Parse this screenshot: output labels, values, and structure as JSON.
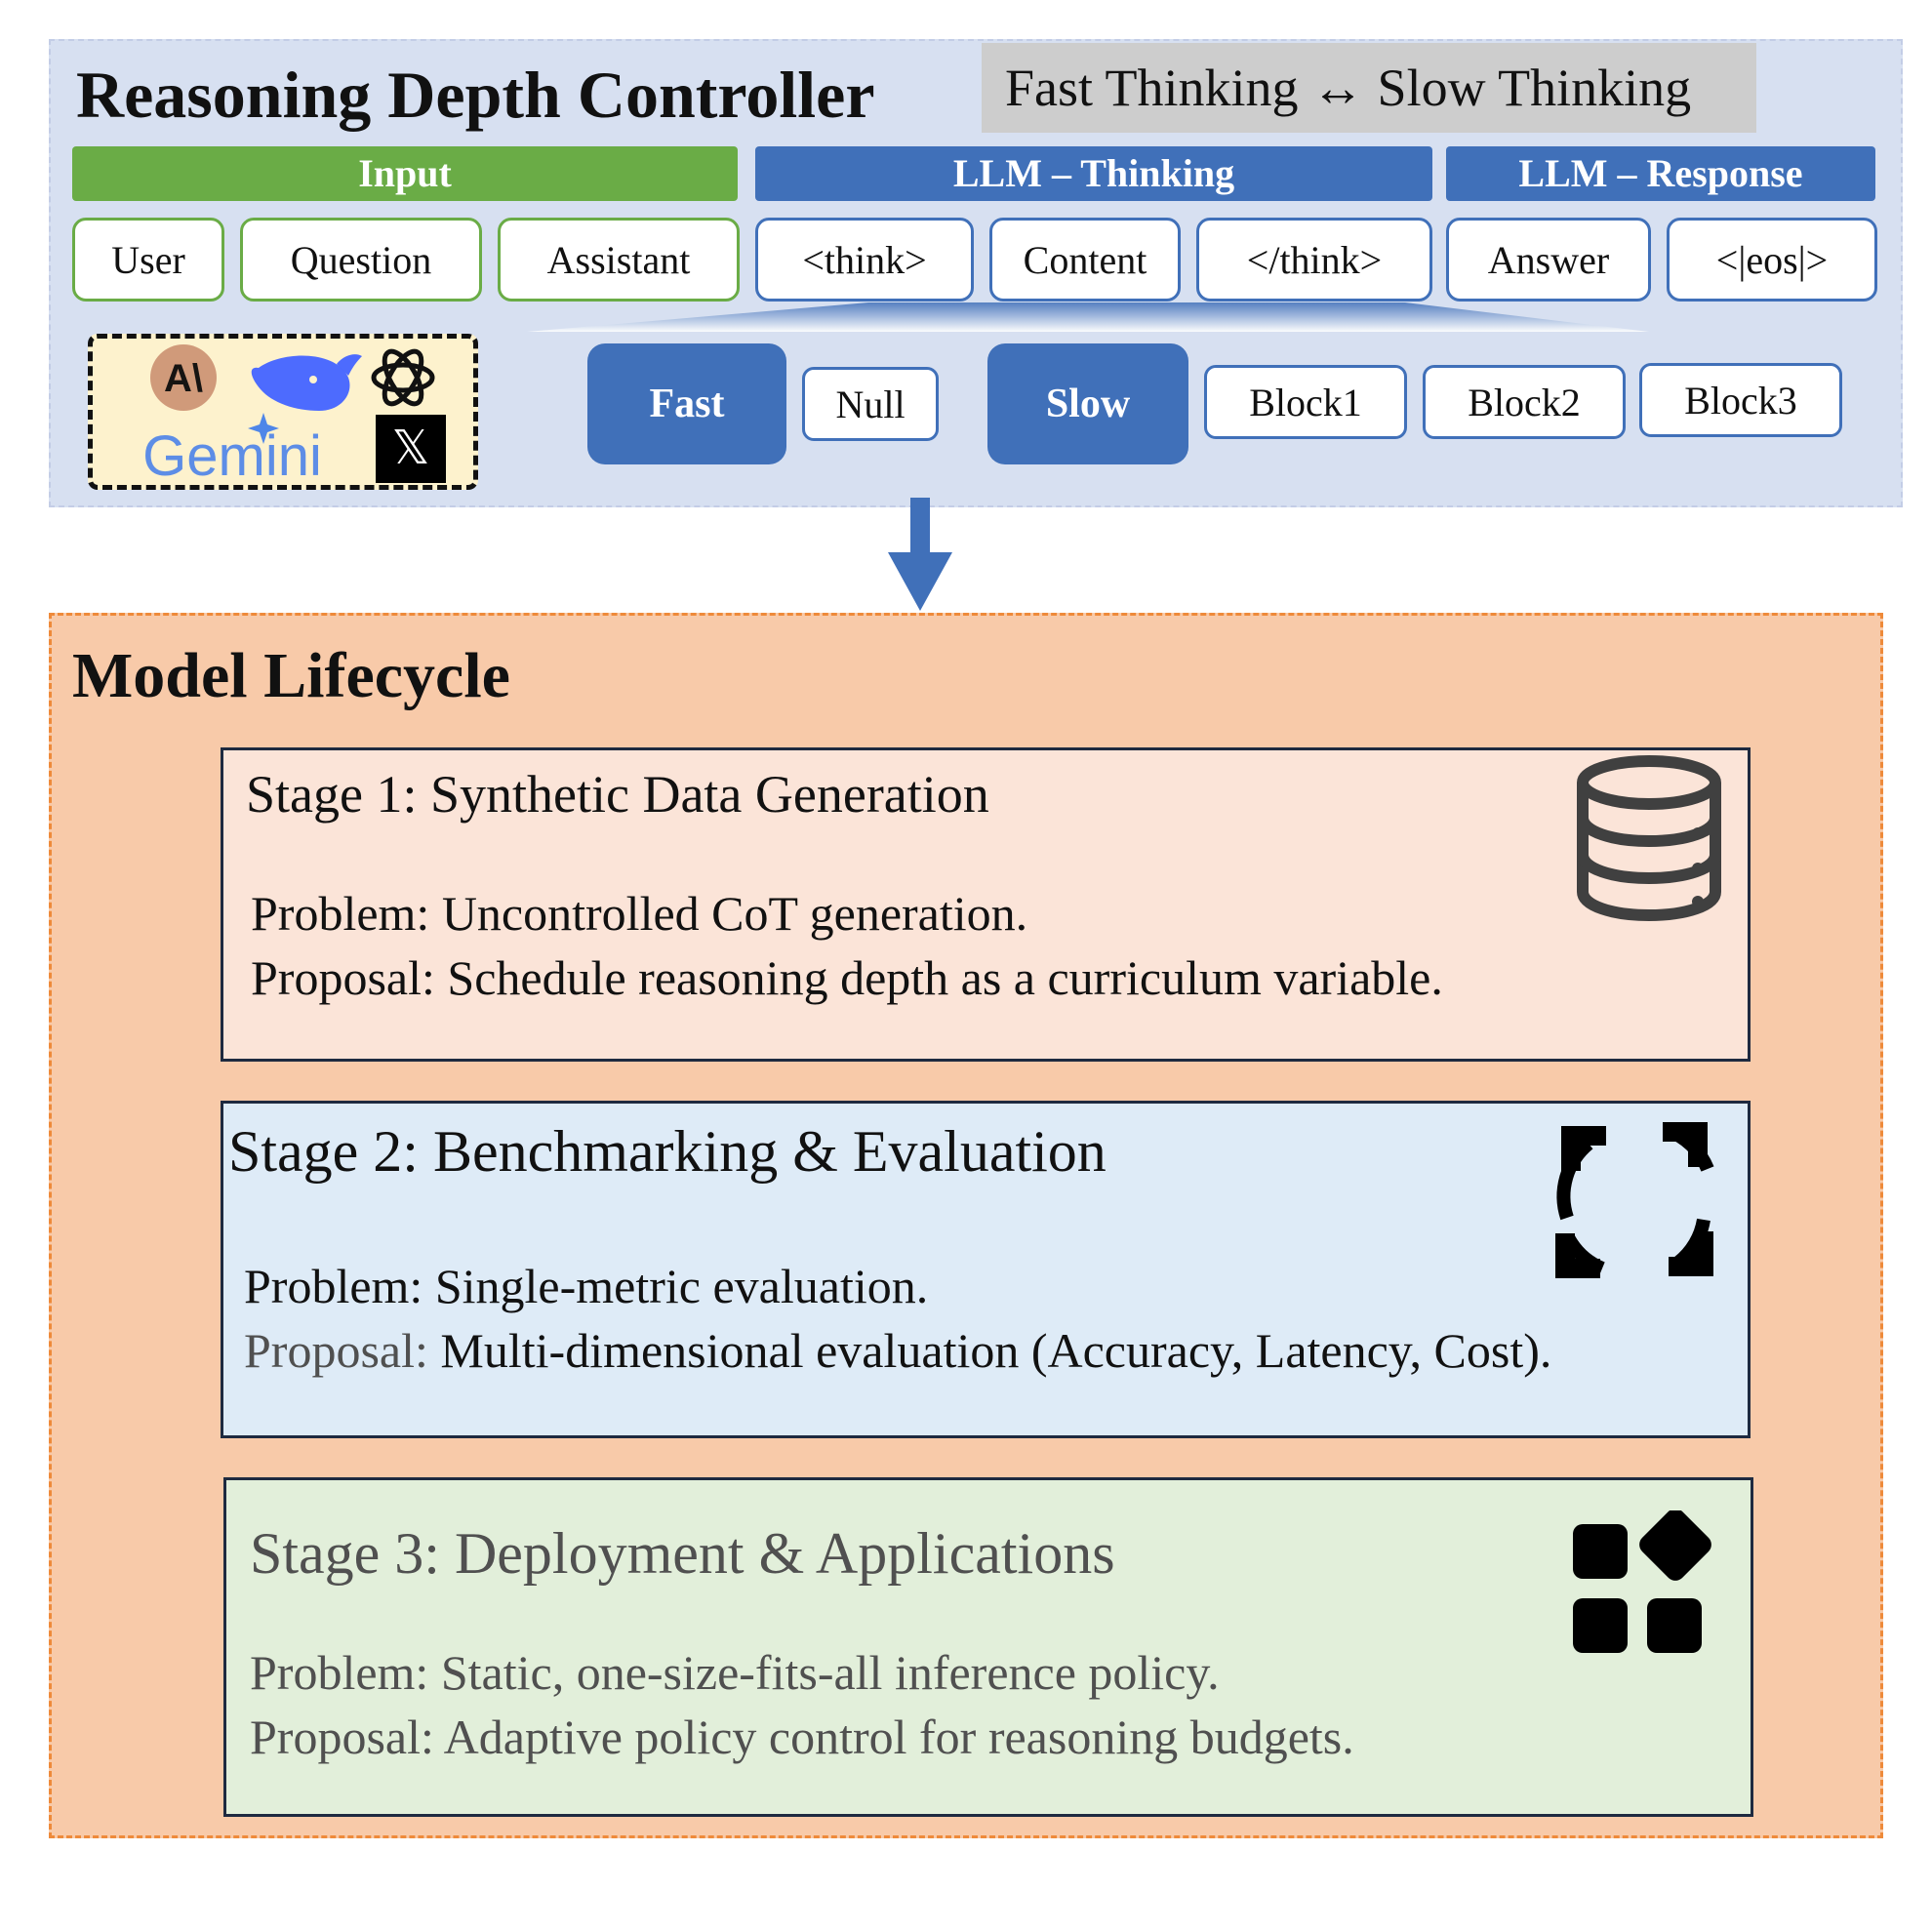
{
  "controller": {
    "title": "Reasoning Depth Controller",
    "mode_banner": "Fast Thinking ↔ Slow Thinking",
    "headers": {
      "input": "Input",
      "thinking": "LLM – Thinking",
      "response": "LLM – Response"
    },
    "tokens": {
      "user": "User",
      "question": "Question",
      "assistant": "Assistant",
      "think_open": "<think>",
      "content": "Content",
      "think_close": "</think>",
      "answer": "Answer",
      "eos": "<|eos|>"
    },
    "model_logos": {
      "anthropic_mark": "A\\",
      "gemini_wordmark": "Gemini",
      "x_mark": "𝕏"
    },
    "modes": {
      "fast": "Fast",
      "null": "Null",
      "slow": "Slow",
      "block1": "Block1",
      "block2": "Block2",
      "block3": "Block3"
    }
  },
  "lifecycle": {
    "title": "Model Lifecycle",
    "stages": [
      {
        "title": "Stage 1: Synthetic Data Generation",
        "problem_label": "Problem:",
        "problem_text": "Uncontrolled CoT generation.",
        "proposal_label": "Proposal:",
        "proposal_text": "Schedule reasoning depth as a curriculum variable.",
        "icon": "database-icon"
      },
      {
        "title": "Stage 2: Benchmarking & Evaluation",
        "problem_label": "Problem:",
        "problem_text": "Single-metric evaluation.",
        "proposal_label": "Proposal:",
        "proposal_text": "Multi-dimensional evaluation (Accuracy, Latency, Cost).",
        "icon": "refresh-cycle-icon"
      },
      {
        "title": "Stage 3: Deployment & Applications",
        "problem_label": "Problem:",
        "problem_text": "Static, one-size-fits-all inference policy.",
        "proposal_label": "Proposal:",
        "proposal_text": "Adaptive policy control for reasoning budgets.",
        "icon": "apps-grid-icon"
      }
    ]
  },
  "colors": {
    "top_panel": "#d7e0f1",
    "input_green": "#6aac46",
    "llm_blue": "#4070b9",
    "lifecycle_panel": "#f8caa9",
    "stage1_bg": "#fbe4d8",
    "stage2_bg": "#deebf7",
    "stage3_bg": "#e2efda"
  }
}
